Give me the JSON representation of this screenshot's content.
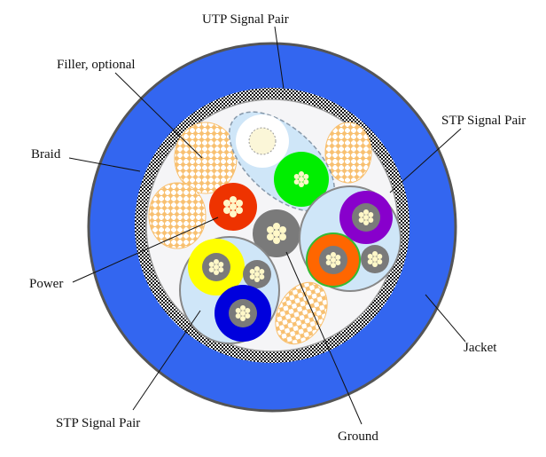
{
  "diagram": {
    "labels": {
      "utp_signal_pair": "UTP Signal Pair",
      "filler": "Filler, optional",
      "braid": "Braid",
      "stp_signal_pair_right": "STP Signal Pair",
      "power": "Power",
      "jacket": "Jacket",
      "stp_signal_pair_bottom": "STP Signal Pair",
      "ground": "Ground"
    },
    "colors": {
      "jacket": "#3366f0",
      "jacket_border": "#555555",
      "inner": "#f5f5f7",
      "pair_shield": "#cfe6f8",
      "filler": "#f8c070",
      "power": "#ee3300",
      "ground": "#7a7a7a",
      "utp_white": "#ffffff",
      "utp_green": "#00ee00",
      "stp_purple": "#8800cc",
      "stp_orange": "#ff6600",
      "stp_yellow": "#ffff00",
      "stp_blue": "#0000dd",
      "wire": "#fff8c8"
    }
  }
}
